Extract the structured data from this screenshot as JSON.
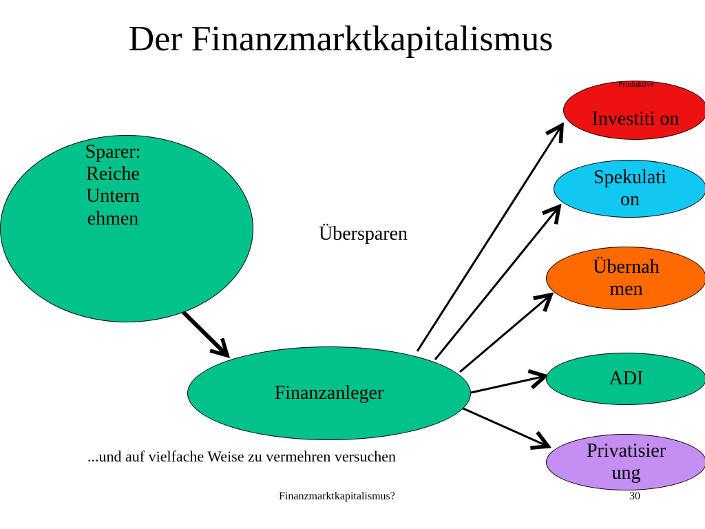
{
  "title": "Der Finanzmarktkapitalismus",
  "nodes": {
    "sparer": "Sparer: Reiche Untern ehmen",
    "anleger": "Finanzanleger",
    "investition_small": "Produktive",
    "investition": "Investiti on",
    "spekulation": "Spekulati on",
    "uebernahmen": "Übernah men",
    "adi": "ADI",
    "privatisierung": "Privatisier ung"
  },
  "labels": {
    "uebersparen": "Übersparen",
    "subtitle": "...und auf vielfache Weise zu vermehren versuchen"
  },
  "footer": {
    "left": "Finanzmarktkapitalismus?",
    "right": "30"
  },
  "colors": {
    "green": "#00c28a",
    "red": "#ee1111",
    "cyan": "#11c8f2",
    "orange": "#ff6a00",
    "violet": "#c58ef2"
  }
}
